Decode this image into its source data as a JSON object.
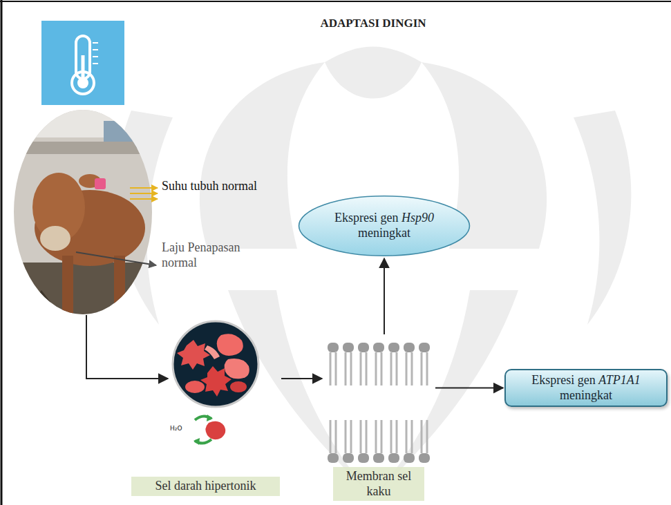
{
  "diagram": {
    "title": "ADAPTASI DINGIN",
    "nodes": [
      {
        "text": [
          "Sel darah hipertonik"
        ]
      },
      {
        "text": [
          "Membran sel kaku"
        ]
      },
      {
        "text": [
          "Ekspresi gen Hsp90 meningkat"
        ]
      },
      {
        "text": [
          "Ekspresi gen ATP1A1 meningkat"
        ]
      }
    ],
    "edges": [
      {
        "from": 0,
        "to": 1,
        "arrow": "to"
      },
      {
        "from": 1,
        "to": 2,
        "arrow": "to"
      },
      {
        "from": 1,
        "to": 3,
        "arrow": "to"
      }
    ],
    "labels": [
      "Suhu tubuh normal",
      "Laju Penapasan normal",
      "H₂O"
    ]
  }
}
